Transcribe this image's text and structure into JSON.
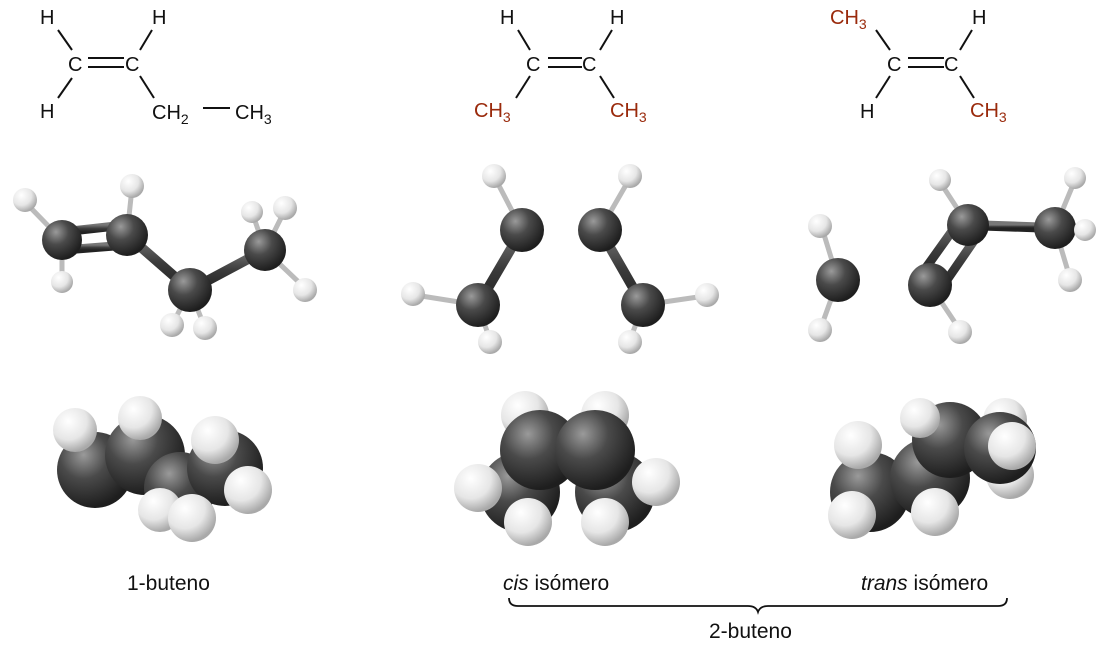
{
  "formulas": {
    "butene1": {
      "c1": "C",
      "c2": "C",
      "h_top_left": "H",
      "h_top_right": "H",
      "h_bottom_left": "H",
      "ch2": "CH",
      "ch2_sub": "2",
      "ch3": "CH",
      "ch3_sub": "3"
    },
    "cis": {
      "c1": "C",
      "c2": "C",
      "h_left": "H",
      "h_right": "H",
      "ch3_left": "CH",
      "ch3_left_sub": "3",
      "ch3_right": "CH",
      "ch3_right_sub": "3"
    },
    "trans": {
      "c1": "C",
      "c2": "C",
      "ch3_top": "CH",
      "ch3_top_sub": "3",
      "h_top": "H",
      "h_bottom": "H",
      "ch3_bottom": "CH",
      "ch3_bottom_sub": "3"
    }
  },
  "captions": {
    "butene1": "1-buteno",
    "cis_word": "cis",
    "cis_rest": " isómero",
    "trans_word": "trans",
    "trans_rest": " isómero",
    "butene2": "2-buteno"
  },
  "colors": {
    "methyl": "#9a2a0c",
    "carbon": "#3a3a3a",
    "hydrogen": "#f2f2f2"
  }
}
